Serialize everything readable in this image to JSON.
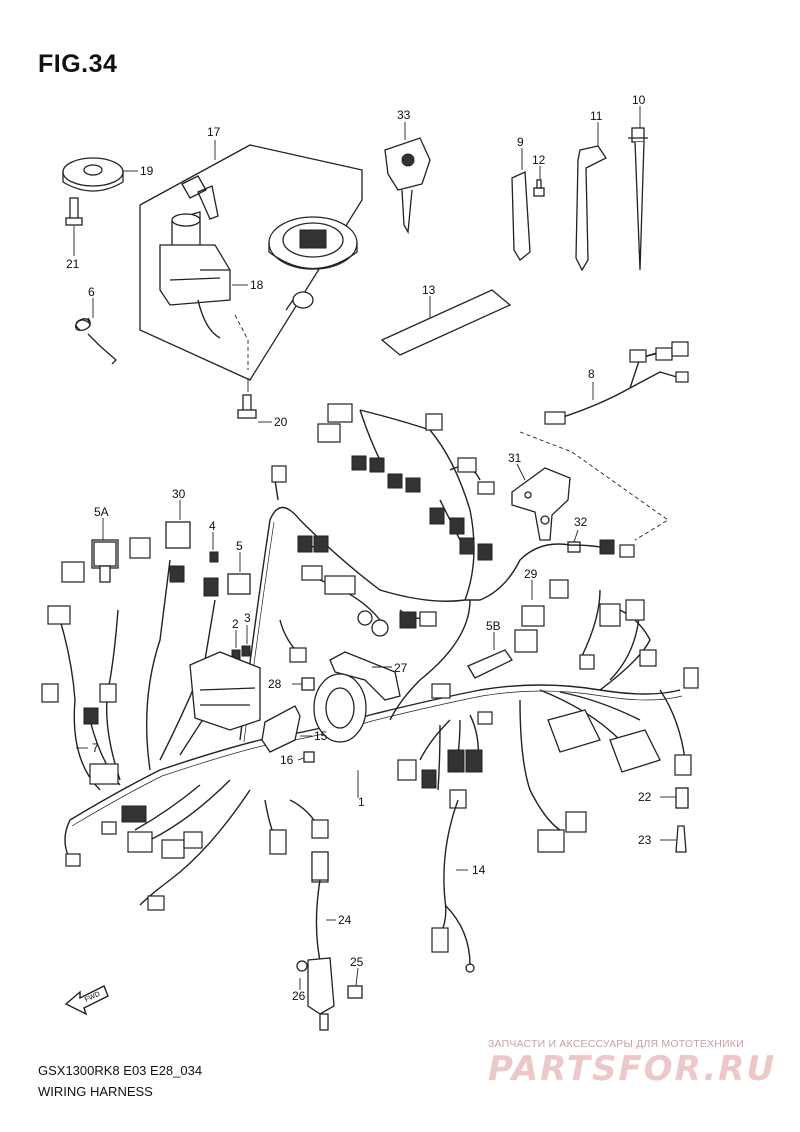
{
  "figure": {
    "title": "FIG.34",
    "model_code": "GSX1300RK8 E03 E28_034",
    "name": "WIRING HARNESS",
    "fwd_label": "FWD"
  },
  "callouts": [
    "1",
    "2",
    "3",
    "4",
    "5",
    "5A",
    "5B",
    "6",
    "7",
    "8",
    "9",
    "10",
    "11",
    "12",
    "13",
    "14",
    "15",
    "16",
    "17",
    "18",
    "19",
    "20",
    "21",
    "22",
    "23",
    "24",
    "25",
    "26",
    "27",
    "28",
    "29",
    "30",
    "31",
    "32",
    "33"
  ],
  "watermark": {
    "tagline": "ЗАПЧАСТИ И АКСЕССУАРЫ ДЛЯ МОТОТЕХНИКИ",
    "logo": "PARTSFOR.RU"
  },
  "colors": {
    "line": "#222222",
    "watermark": "#ecc8c8"
  }
}
